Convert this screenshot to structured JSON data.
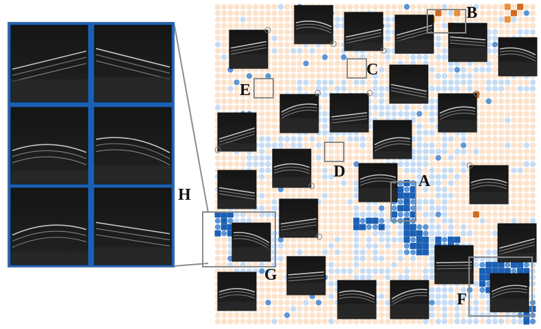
{
  "figure": {
    "region_labels": [
      "A",
      "B",
      "C",
      "D",
      "E",
      "F",
      "G",
      "H"
    ],
    "colors": {
      "background": "#ffffff",
      "peach_cell": "#fde3cc",
      "light_blue_cell": "#c7dcf3",
      "mid_blue_cell": "#5c95d3",
      "dark_blue_cell": "#1a5fb4",
      "orange_cell": "#e8913a",
      "dark_orange_cell": "#d2681f",
      "highlight_box": "#8a8a8a",
      "zoom_panel_bg": "#1a5fb4",
      "oct_tile": "#1b1b1b"
    },
    "icons": [
      "oct-scan-thumbnail-icon",
      "zoom-connector-icon",
      "cluster-highlight-box-icon"
    ]
  }
}
